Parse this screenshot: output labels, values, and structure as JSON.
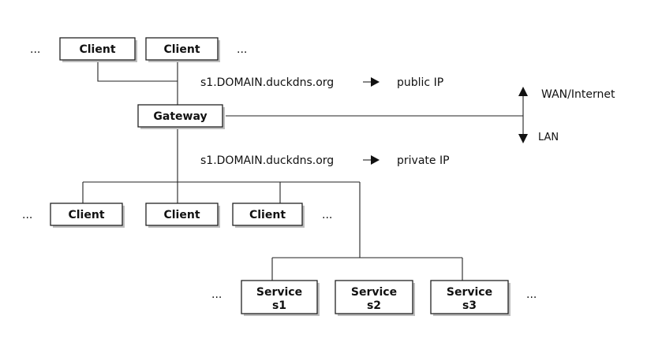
{
  "ellipsis": "...",
  "top_clients": [
    "Client",
    "Client"
  ],
  "gateway": "Gateway",
  "public_route": {
    "host": "s1.DOMAIN.duckdns.org",
    "target": "public IP"
  },
  "private_route": {
    "host": "s1.DOMAIN.duckdns.org",
    "target": "private IP"
  },
  "boundary": {
    "upper": "WAN/Internet",
    "lower": "LAN"
  },
  "lan_clients": [
    "Client",
    "Client",
    "Client"
  ],
  "services": [
    {
      "line1": "Service",
      "line2": "s1"
    },
    {
      "line1": "Service",
      "line2": "s2"
    },
    {
      "line1": "Service",
      "line2": "s3"
    }
  ]
}
